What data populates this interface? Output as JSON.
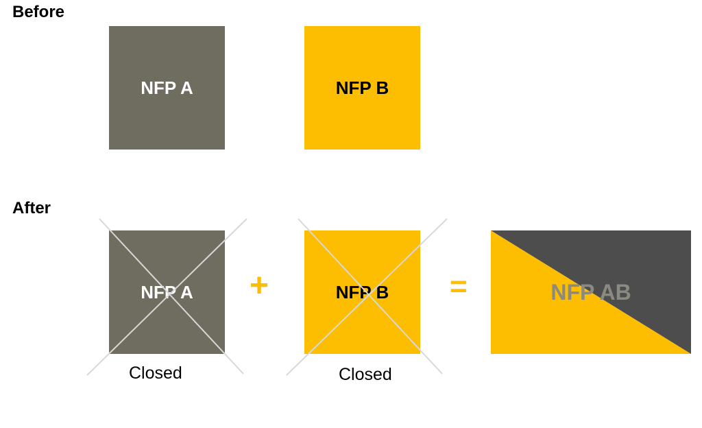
{
  "before": {
    "label": "Before",
    "entity_a": "NFP A",
    "entity_b": "NFP B"
  },
  "after": {
    "label": "After",
    "entity_a": "NFP A",
    "entity_b": "NFP B",
    "status_a": "Closed",
    "status_b": "Closed",
    "plus_operator": "+",
    "equals_operator": "=",
    "merged_entity": "NFP AB"
  },
  "colors": {
    "entity_a": "#6f6d60",
    "entity_b": "#fdbd00",
    "merged_dark": "#4d4d4d",
    "operator": "#fdbd00"
  }
}
